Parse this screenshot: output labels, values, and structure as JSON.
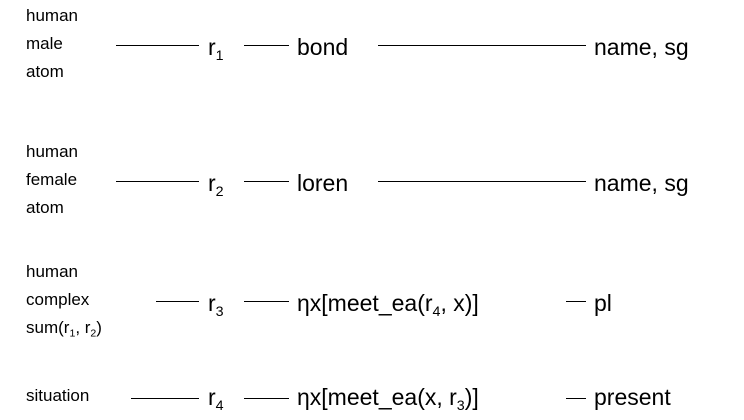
{
  "rows": [
    {
      "features": [
        "human",
        "male",
        "atom"
      ],
      "ref": {
        "base": "r",
        "sub": "1"
      },
      "content": {
        "text": "bond"
      },
      "tag": "name, sg"
    },
    {
      "features": [
        "human",
        "female",
        "atom"
      ],
      "ref": {
        "base": "r",
        "sub": "2"
      },
      "content": {
        "text": "loren"
      },
      "tag": "name, sg"
    },
    {
      "features": [
        "human",
        "complex"
      ],
      "feature_sum": {
        "pre": "sum(r",
        "s1": "1",
        "mid": ", r",
        "s2": "2",
        "post": ")"
      },
      "ref": {
        "base": "r",
        "sub": "3"
      },
      "content": {
        "pre": "ηx[meet_ea(r",
        "sub": "4",
        "post": ", x)]"
      },
      "tag": "pl"
    },
    {
      "features": [
        "situation"
      ],
      "ref": {
        "base": "r",
        "sub": "4"
      },
      "content": {
        "pre": "ηx[meet_ea(x, r",
        "sub": "3",
        "post": ")]"
      },
      "tag": "present"
    }
  ]
}
